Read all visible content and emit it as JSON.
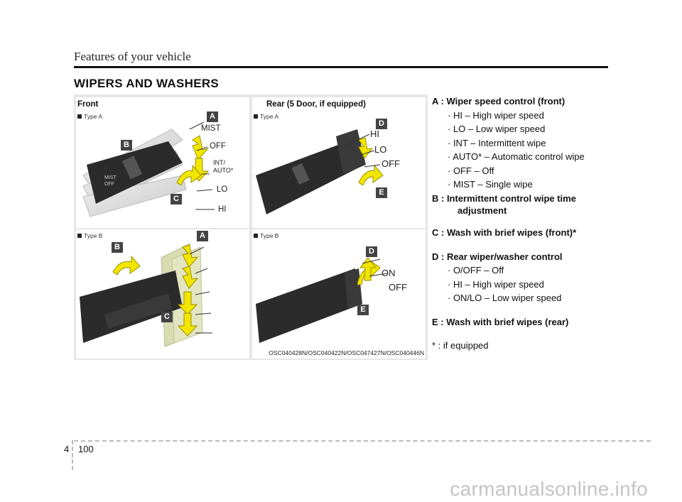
{
  "header": {
    "running_title": "Features of your vehicle"
  },
  "section": {
    "title": "WIPERS AND WASHERS"
  },
  "figure": {
    "front_label": "Front",
    "rear_label": "Rear (5 Door, if equipped)",
    "type_a": "Type A",
    "type_b": "Type B",
    "callouts": {
      "a": "A",
      "b": "B",
      "c": "C",
      "d": "D",
      "e": "E"
    },
    "front_positions": {
      "mist": "MIST",
      "off": "OFF",
      "int_auto_1": "INT/",
      "int_auto_2": "AUTO*",
      "lo": "LO",
      "hi": "HI"
    },
    "rear_positions_a": {
      "hi": "HI",
      "lo": "LO",
      "off": "OFF"
    },
    "rear_positions_b": {
      "on": "ON",
      "off": "OFF"
    },
    "image_code": "OSC040428N/OSC040422N/OSC047427N/OSC040446N"
  },
  "legend": {
    "a_title": "A : Wiper speed control (front)",
    "a_items": [
      "· HI – High wiper speed",
      "· LO – Low wiper speed",
      "· INT – Intermittent wipe",
      "· AUTO* – Automatic control wipe",
      "· OFF – Off",
      "· MIST – Single wipe"
    ],
    "b_title_1": "B : Intermittent control wipe time",
    "b_title_2": "adjustment",
    "c_title": "C : Wash with brief wipes (front)*",
    "d_title": "D : Rear wiper/washer control",
    "d_items": [
      "· O/OFF – Off",
      "· HI – High wiper speed",
      "· ON/LO – Low wiper speed"
    ],
    "e_title": "E : Wash with brief wipes (rear)",
    "footnote": "* : if equipped"
  },
  "footer": {
    "section_number": "4",
    "page_number": "100"
  },
  "watermark": "carmanualsonline.info",
  "colors": {
    "arrow_yellow": "#f2e600",
    "callout_bg": "#444444",
    "figure_bg": "#e6e6e6"
  }
}
